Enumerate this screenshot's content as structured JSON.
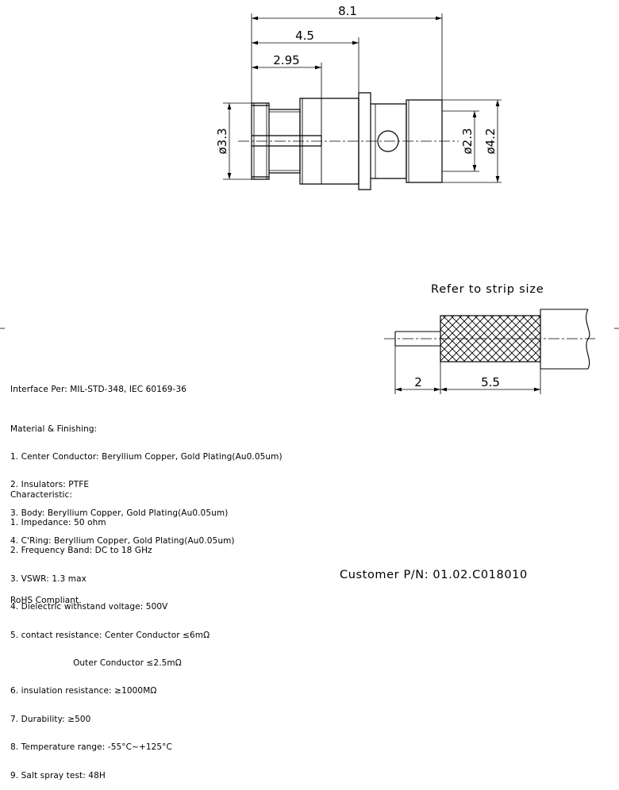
{
  "dimensions": {
    "top_total": "8.1",
    "top_mid": "4.5",
    "top_small": "2.95",
    "left_dia": "ø3.3",
    "right_dia_inner": "ø2.3",
    "right_dia_outer": "ø4.2",
    "strip_pin": "2",
    "strip_braid": "5.5"
  },
  "strip": {
    "title": "Refer to strip size"
  },
  "interface": "Interface Per: MIL-STD-348, IEC 60169-36",
  "material": {
    "heading": "Material & Finishing:",
    "items": [
      "1. Center Conductor: Beryllium Copper, Gold Plating(Au0.05um)",
      "2. Insulators: PTFE",
      "3. Body: Beryllium Copper, Gold Plating(Au0.05um)",
      "4. C'Ring: Beryllium Copper, Gold Plating(Au0.05um)"
    ]
  },
  "characteristic": {
    "heading": "Characteristic:",
    "items": [
      "1. Impedance: 50 ohm",
      "2. Frequency Band: DC to 18 GHz",
      "3. VSWR: 1.3 max",
      "4. Dielectric withstand voltage: 500V",
      "5. contact resistance: Center Conductor ≤6mΩ",
      "                       Outer Conductor ≤2.5mΩ",
      "6. insulation resistance: ≥1000MΩ",
      "7. Durability: ≥500",
      "8. Temperature range: -55°C~+125°C",
      "9. Salt spray test: 48H"
    ]
  },
  "rohs": "RoHS Compliant.",
  "customer_pn": "Customer P/N: 01.02.C018010"
}
